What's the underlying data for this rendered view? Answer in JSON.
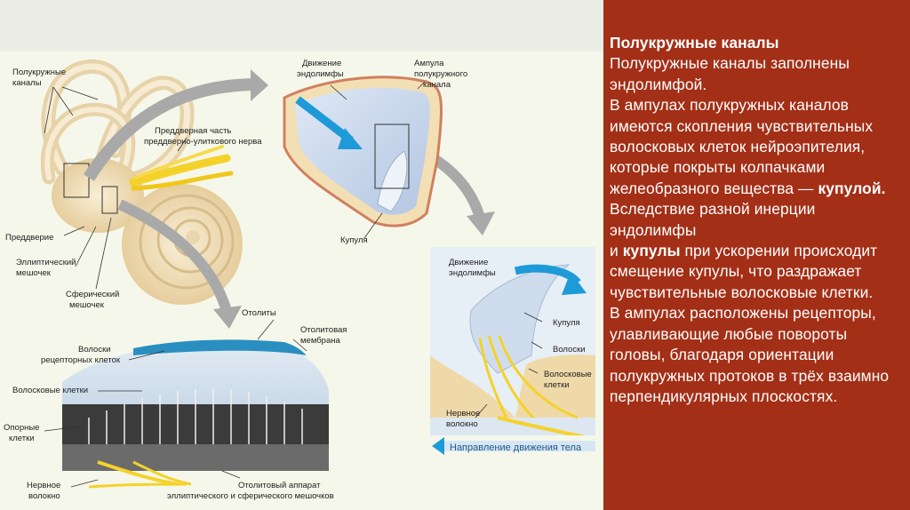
{
  "panel": {
    "heading": "Полукружные каналы",
    "paragraphs": [
      {
        "text": "Полукружные каналы заполнены эндолимфой."
      },
      {
        "text": "В ампулах полукружных каналов имеются скопления чувствительных волосковых клеток нейроэпителия,"
      },
      {
        "pre": "которые покрыты колпачками желеобразного вещества — ",
        "bold": "купулой.",
        "post": " Вследствие разной инерции эндолимфы"
      },
      {
        "pre": "и ",
        "bold": "купулы",
        "post": " при ускорении происходит смещение купулы, что раздражает чувствительные волосковые клетки."
      },
      {
        "text": "В ампулах расположены рецепторы, улавливающие любые повороты головы, благодаря ориентации"
      },
      {
        "text": "полукружных протоков в трёх взаимно перпендикулярных плоскостях."
      }
    ]
  },
  "labels": {
    "semicircular_canals": [
      "Полукружные",
      "каналы"
    ],
    "vestibular_nerve": [
      "Преддверная часть",
      "преддверно-улиткового нерва"
    ],
    "vestibule": "Преддверие",
    "utricle": [
      "Эллиптический",
      "мешочек"
    ],
    "saccule": [
      "Сферический",
      "мешочек"
    ],
    "endolymph_flow_1": [
      "Движение",
      "эндолимфы"
    ],
    "ampulla": [
      "Ампула",
      "полукружного",
      "канала"
    ],
    "cupula_1": "Купуля",
    "otoliths": "Отолиты",
    "otolithic_membrane": [
      "Отолитовая",
      "мембрана"
    ],
    "receptor_hairs": [
      "Волоски",
      "рецепторных клеток"
    ],
    "hair_cells": "Волосковые клетки",
    "supporting_cells": [
      "Опорные",
      "клетки"
    ],
    "nerve_fiber_1": [
      "Нервное",
      "волокно"
    ],
    "otolith_apparatus": [
      "Отолитовый аппарат",
      "эллиптического и сферического мешочков"
    ],
    "endolymph_flow_2": [
      "Движение",
      "эндолимфы"
    ],
    "cupula_2": "Купуля",
    "hairs": "Волоски",
    "hair_cells_2": [
      "Волосковые",
      "клетки"
    ],
    "nerve_fiber_2": [
      "Нервное",
      "волокно"
    ],
    "body_direction": "Направление движения тела"
  },
  "colors": {
    "panel_bg": "#a32f17",
    "diagram_bg": "#f5f7ea",
    "nerve_yellow": "#f4d22a",
    "flow_blue": "#1e9ad8",
    "bone": "#ecd8b0",
    "cupula": "#c9d7ec"
  }
}
